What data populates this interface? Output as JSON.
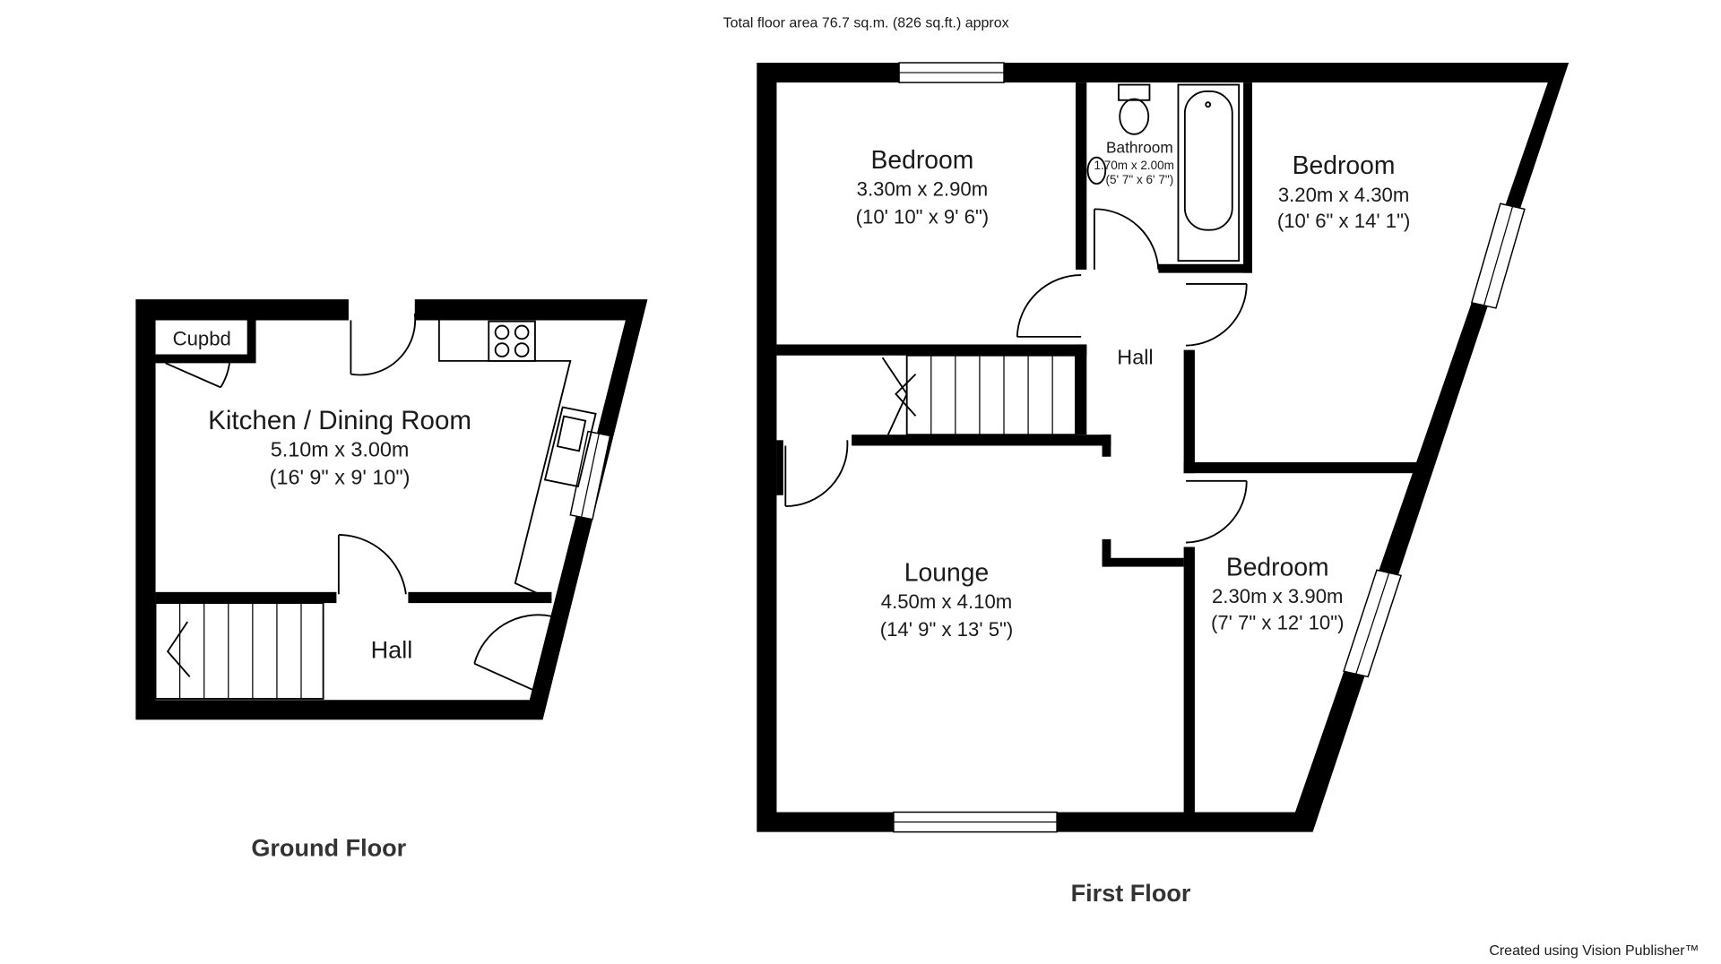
{
  "header": {
    "total_area": "Total floor area 76.7 sq.m. (826 sq.ft.) approx"
  },
  "ground_floor": {
    "title": "Ground Floor",
    "rooms": [
      {
        "name": "Kitchen / Dining Room",
        "metric": "5.10m x 3.00m",
        "imperial": "(16' 9\" x 9' 10\")"
      },
      {
        "name": "Cupbd"
      },
      {
        "name": "Hall"
      }
    ]
  },
  "first_floor": {
    "title": "First Floor",
    "rooms": [
      {
        "name": "Bedroom",
        "metric": "3.30m x 2.90m",
        "imperial": "(10' 10\" x 9' 6\")"
      },
      {
        "name": "Bathroom",
        "metric": "1.70m x 2.00m",
        "imperial": "(5' 7\" x 6' 7\")"
      },
      {
        "name": "Bedroom",
        "metric": "3.20m x 4.30m",
        "imperial": "(10' 6\" x 14' 1\")"
      },
      {
        "name": "Hall"
      },
      {
        "name": "Lounge",
        "metric": "4.50m x 4.10m",
        "imperial": "(14' 9\" x 13' 5\")"
      },
      {
        "name": "Bedroom",
        "metric": "2.30m x 3.90m",
        "imperial": "(7' 7\" x 12' 10\")"
      }
    ]
  },
  "footer": {
    "credit": "Created using Vision Publisher™"
  }
}
